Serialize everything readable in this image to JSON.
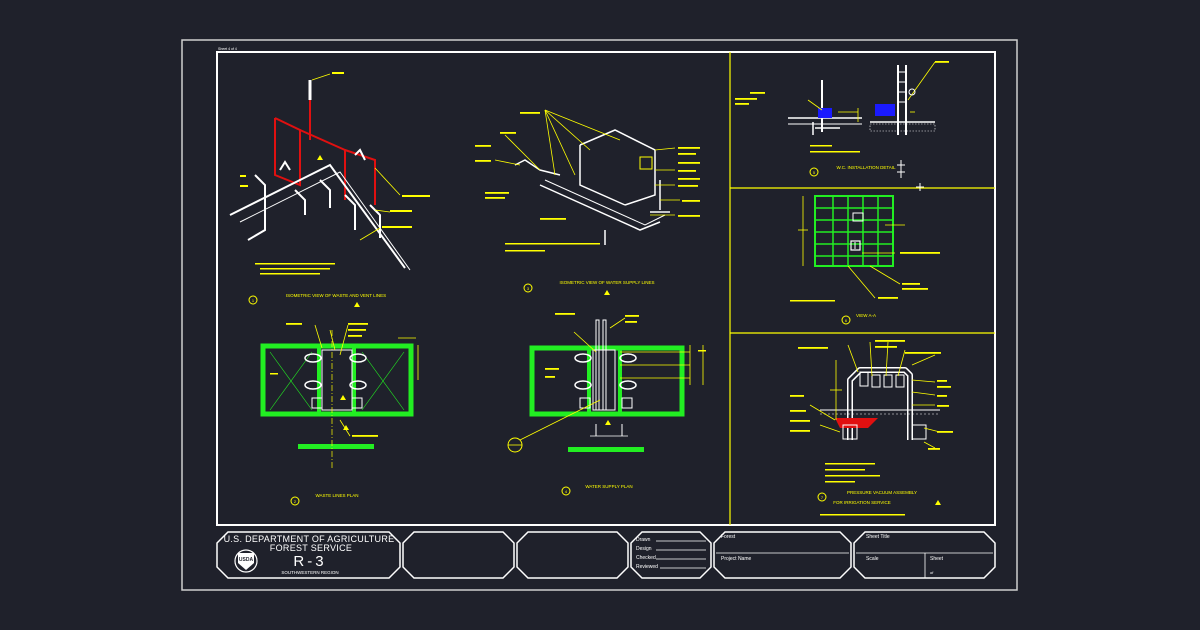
{
  "top_left_note": "Sheet 4 of 4",
  "titles": {
    "iso_waste": "ISOMETRIC VIEW OF WASTE AND VENT LINES",
    "iso_water": "ISOMETRIC VIEW OF WATER SUPPLY LINES",
    "wc_detail": "W.C. INSTALLATION DETAIL",
    "view_aa": "VIEW A-A",
    "waste_plan": "WASTE LINES PLAN",
    "water_plan": "WATER SUPPLY PLAN",
    "pressure_vac_1": "PRESSURE VACUUM ASSEMBLY",
    "pressure_vac_2": "FOR IRRIGATION SERVICE"
  },
  "detail_numbers": [
    "1",
    "2",
    "3",
    "4",
    "5",
    "6",
    "7"
  ],
  "title_block": {
    "agency_line1": "U.S. DEPARTMENT OF AGRICULTURE",
    "agency_line2": "FOREST SERVICE",
    "region_code": "R-3",
    "region_name": "SOUTHWESTERN REGION",
    "badge_text": "USDA",
    "sign_labels": [
      "Drawn",
      "Design",
      "Checked",
      "Reviewed"
    ],
    "forest_label": "Forest",
    "project_label": "Project Name",
    "sheet_title_label": "Sheet Title",
    "scale_label": "Scale",
    "sheet_label": "Sheet",
    "sheet_value": "of"
  },
  "colors": {
    "background": "#1f212b",
    "border": "#ffffff",
    "annotation": "#ffff00",
    "pipe": "#ffffff",
    "vent_red": "#e01010",
    "wall_green": "#22ee22",
    "accent_blue": "#1a1aff"
  }
}
